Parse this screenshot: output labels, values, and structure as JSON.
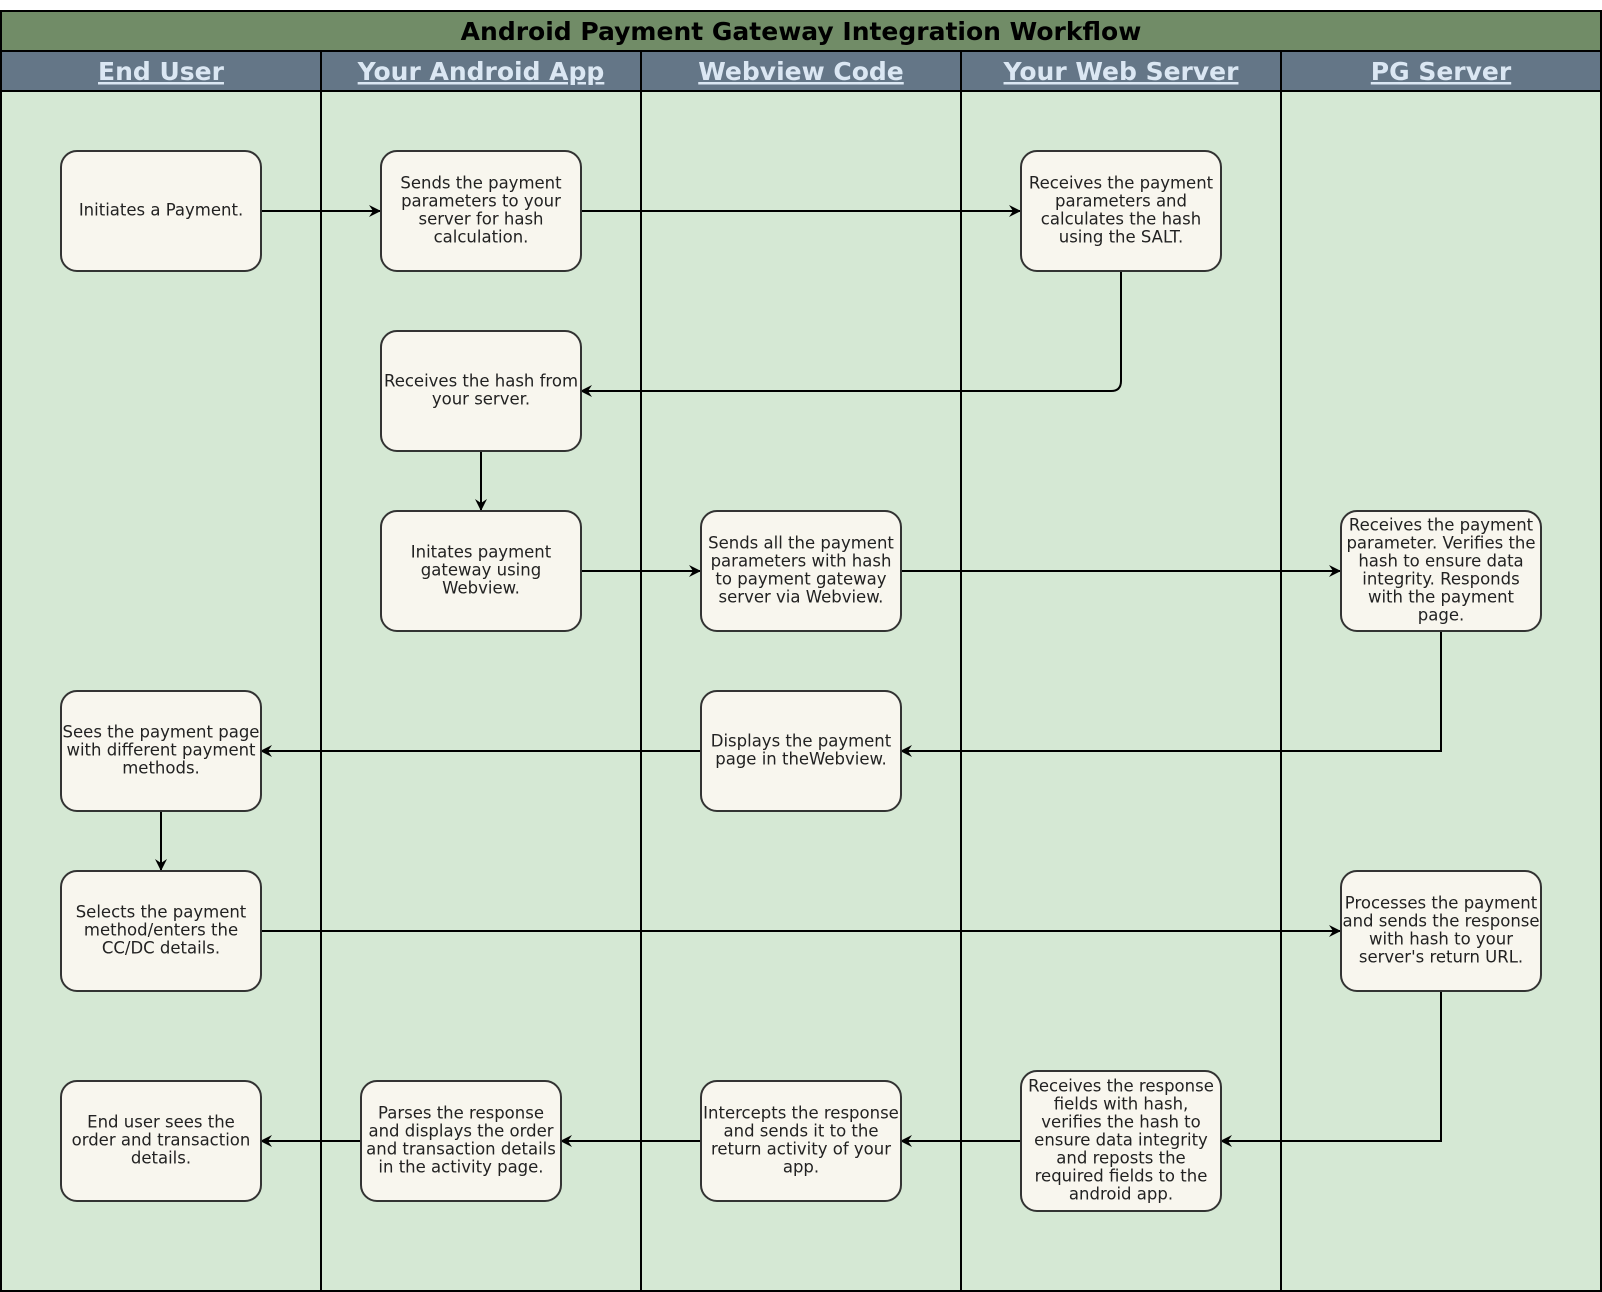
{
  "title": "Android Payment Gateway Integration Workflow",
  "colors": {
    "title_bar": "#718c67",
    "lane_header": "#647687",
    "lane_header_text": "#dbe7f3",
    "lane_body": "#d5e8d4",
    "box_fill": "#f8f6ee"
  },
  "lanes": [
    {
      "id": "end-user",
      "label": "End User"
    },
    {
      "id": "android-app",
      "label": "Your Android App"
    },
    {
      "id": "webview-code",
      "label": "Webview Code"
    },
    {
      "id": "web-server",
      "label": "Your Web Server"
    },
    {
      "id": "pg-server",
      "label": "PG Server"
    }
  ],
  "steps": [
    {
      "id": "initiate",
      "lane": "end-user",
      "lines": [
        "Initiates a Payment."
      ]
    },
    {
      "id": "send-params",
      "lane": "android-app",
      "lines": [
        "Sends the payment",
        "parameters to your",
        "server for hash",
        "calculation."
      ]
    },
    {
      "id": "calc-hash",
      "lane": "web-server",
      "lines": [
        "Receives the payment",
        "parameters and",
        "calculates the hash",
        "using the SALT."
      ]
    },
    {
      "id": "receive-hash",
      "lane": "android-app",
      "lines": [
        "Receives the hash from",
        "your server."
      ]
    },
    {
      "id": "init-gateway",
      "lane": "android-app",
      "lines": [
        "Initates payment",
        "gateway using",
        "Webview."
      ]
    },
    {
      "id": "send-webview",
      "lane": "webview-code",
      "lines": [
        "Sends all the payment",
        "parameters with hash",
        "to payment gateway",
        "server via Webview."
      ]
    },
    {
      "id": "verify-hash",
      "lane": "pg-server",
      "lines": [
        "Receives the payment",
        "parameter. Verifies the",
        "hash to ensure data",
        "integrity. Responds",
        "with the payment",
        "page."
      ]
    },
    {
      "id": "display-page",
      "lane": "webview-code",
      "lines": [
        "Displays the payment",
        "page in theWebview."
      ]
    },
    {
      "id": "sees-page",
      "lane": "end-user",
      "lines": [
        "Sees the payment page",
        "with different payment",
        "methods."
      ]
    },
    {
      "id": "selects-method",
      "lane": "end-user",
      "lines": [
        "Selects the payment",
        "method/enters the",
        "CC/DC details."
      ]
    },
    {
      "id": "process-payment",
      "lane": "pg-server",
      "lines": [
        "Processes the payment",
        "and sends the response",
        "with hash to your",
        "server's return URL."
      ]
    },
    {
      "id": "receive-response",
      "lane": "web-server",
      "lines": [
        "Receives the response",
        "fields with hash,",
        "verifies the hash to",
        "ensure data integrity",
        "and reposts the",
        "required fields to the",
        "android app."
      ]
    },
    {
      "id": "intercept",
      "lane": "webview-code",
      "lines": [
        "Intercepts the response",
        "and sends it to the",
        "return activity of your",
        "app."
      ]
    },
    {
      "id": "parse-response",
      "lane": "android-app",
      "lines": [
        "Parses the response",
        "and displays the order",
        "and transaction details",
        "in the activity page."
      ]
    },
    {
      "id": "user-sees",
      "lane": "end-user",
      "lines": [
        "End user sees the",
        "order and transaction",
        "details."
      ]
    }
  ],
  "flows": [
    {
      "from": "initiate",
      "to": "send-params"
    },
    {
      "from": "send-params",
      "to": "calc-hash"
    },
    {
      "from": "calc-hash",
      "to": "receive-hash"
    },
    {
      "from": "receive-hash",
      "to": "init-gateway"
    },
    {
      "from": "init-gateway",
      "to": "send-webview"
    },
    {
      "from": "send-webview",
      "to": "verify-hash"
    },
    {
      "from": "verify-hash",
      "to": "display-page"
    },
    {
      "from": "display-page",
      "to": "sees-page"
    },
    {
      "from": "sees-page",
      "to": "selects-method"
    },
    {
      "from": "selects-method",
      "to": "process-payment"
    },
    {
      "from": "process-payment",
      "to": "receive-response"
    },
    {
      "from": "receive-response",
      "to": "intercept"
    },
    {
      "from": "intercept",
      "to": "parse-response"
    },
    {
      "from": "parse-response",
      "to": "user-sees"
    }
  ]
}
